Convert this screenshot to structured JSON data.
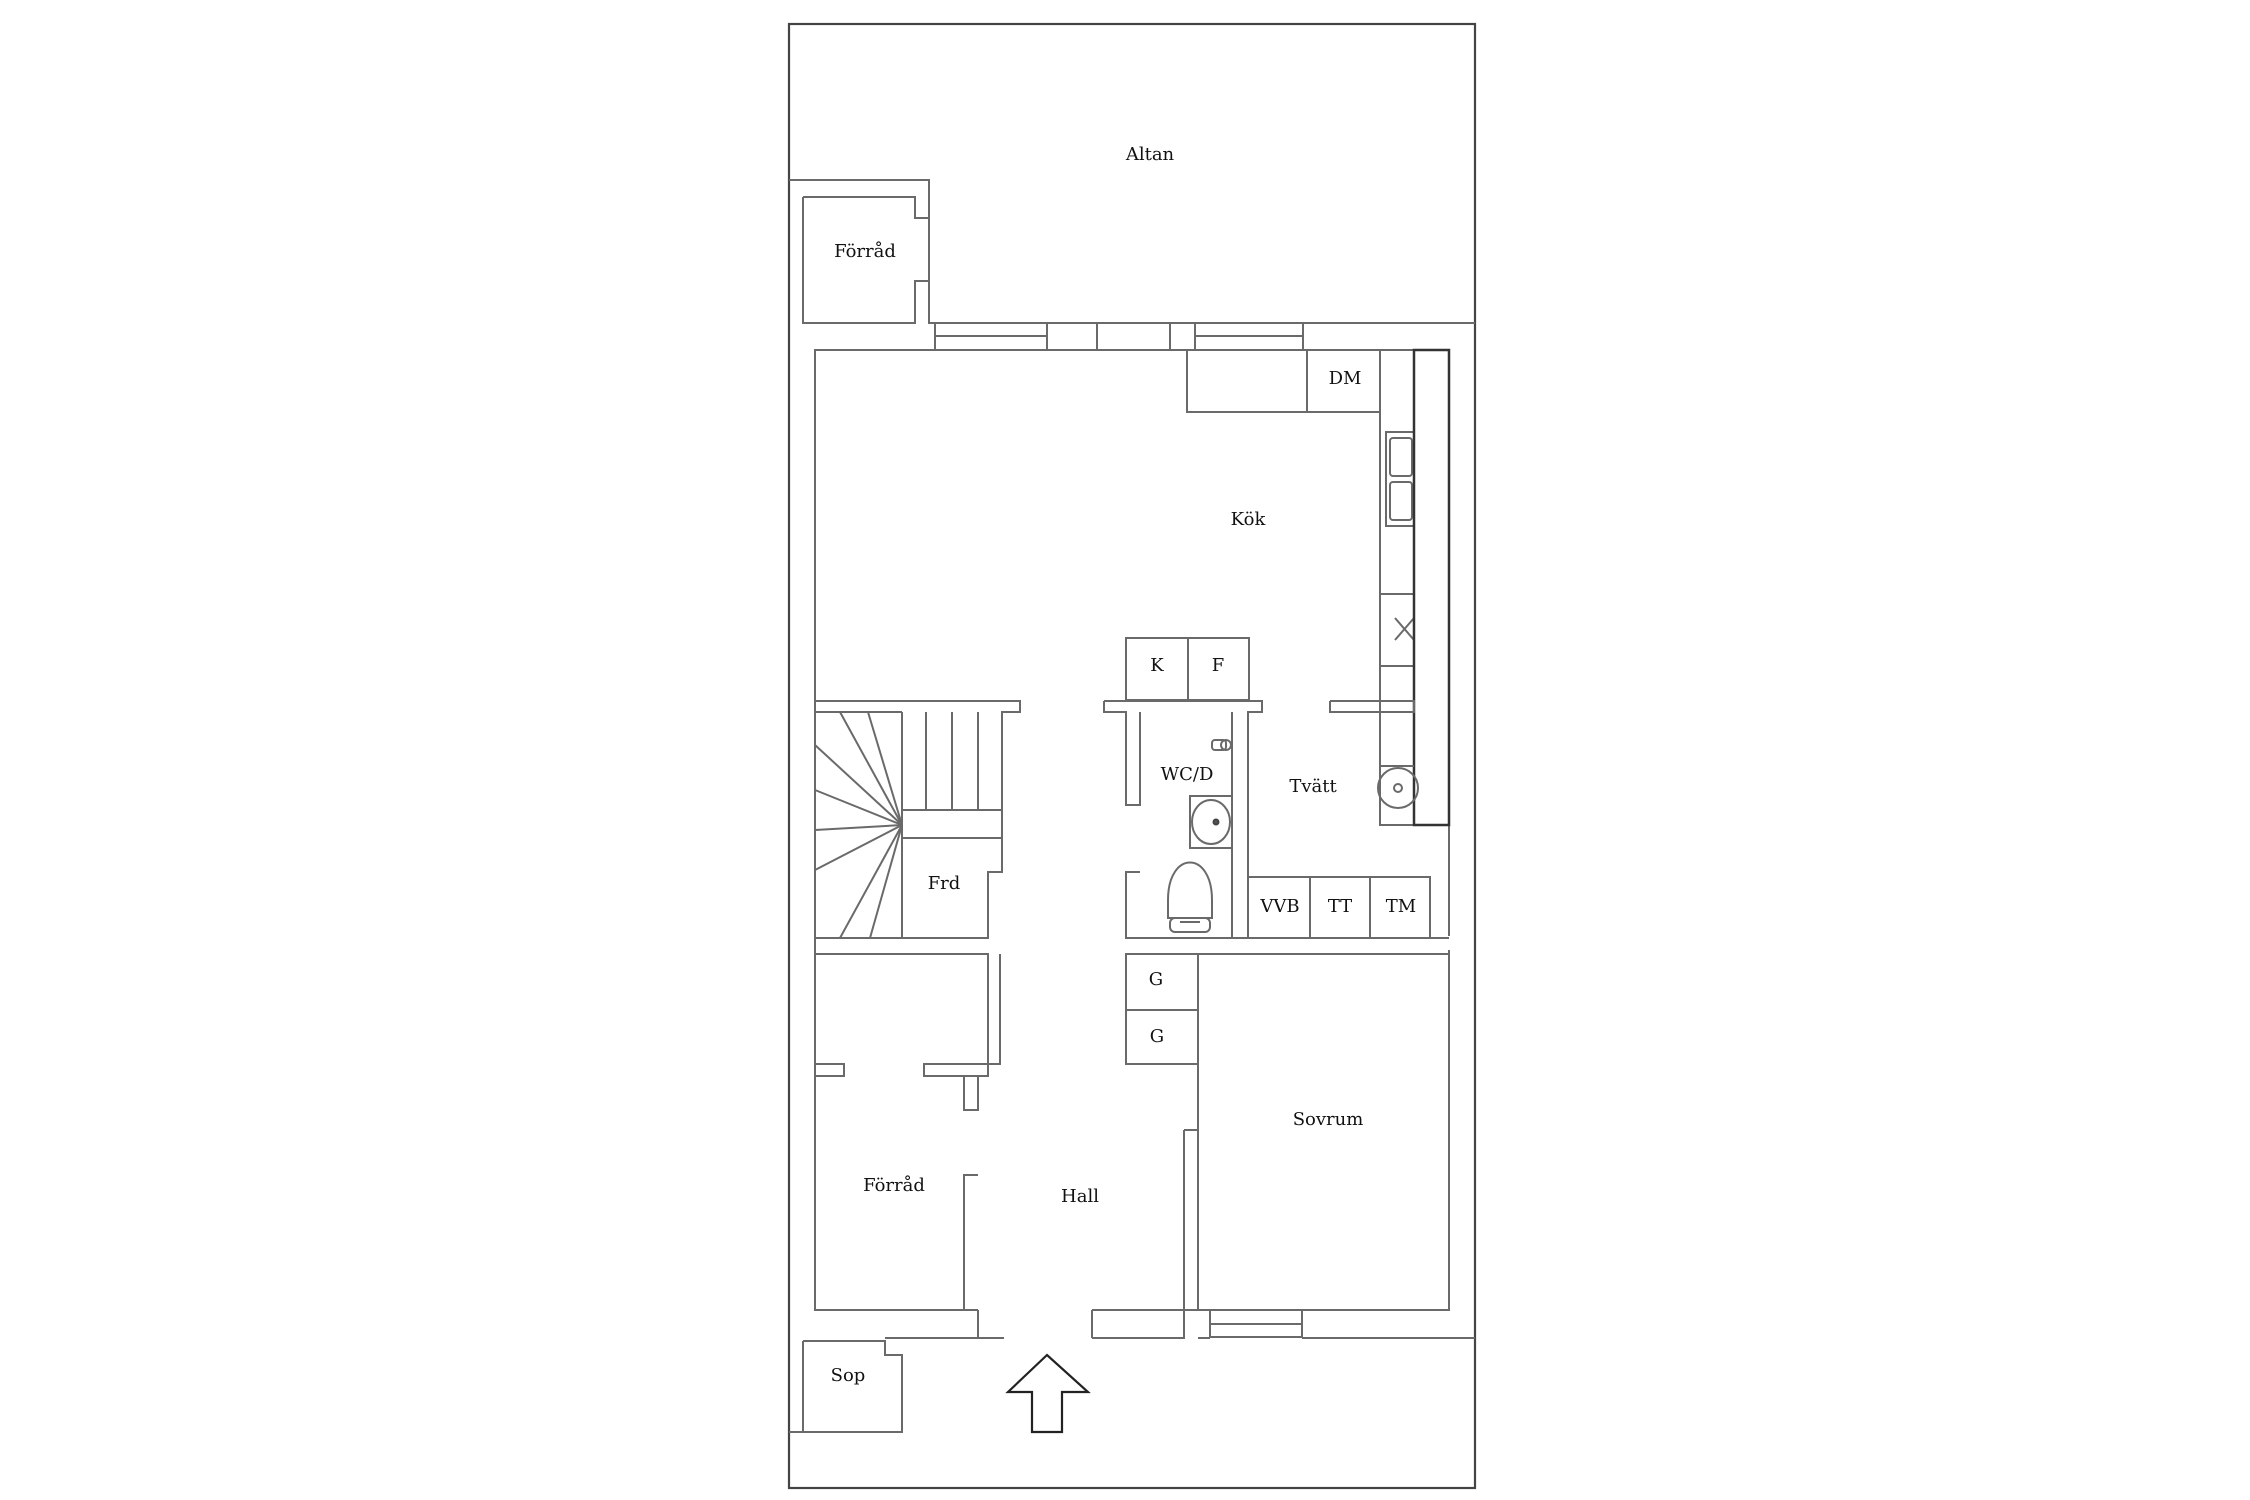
{
  "rooms": {
    "altan": "Altan",
    "forrad_top": "Förråd",
    "dm": "DM",
    "kok": "Kök",
    "k": "K",
    "f": "F",
    "wcd": "WC/D",
    "tvatt": "Tvätt",
    "frd": "Frd",
    "vvb": "VVB",
    "tt": "TT",
    "tm": "TM",
    "g1": "G",
    "g2": "G",
    "sovrum": "Sovrum",
    "forrad_bottom": "Förråd",
    "hall": "Hall",
    "sop": "Sop"
  },
  "icons": {
    "entrance": "arrow-up-icon",
    "toilet": "toilet-icon",
    "sink": "sink-icon",
    "stove": "stove-icon",
    "washbasin": "washbasin-icon",
    "stairs": "stairs-icon"
  }
}
